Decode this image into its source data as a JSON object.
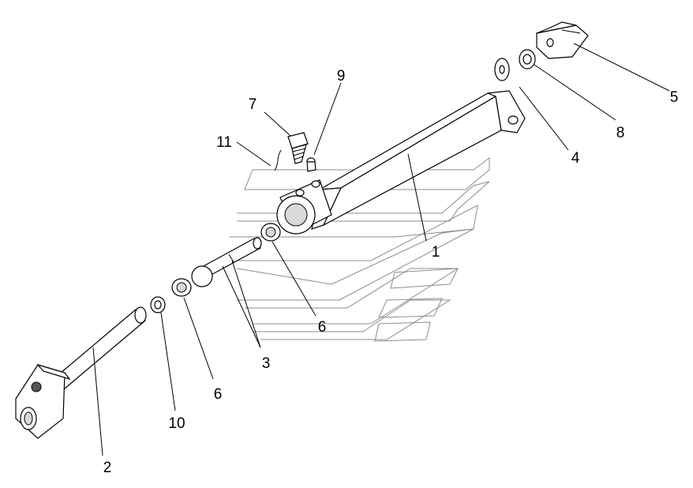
{
  "callouts": {
    "c1": "1",
    "c2": "2",
    "c3": "3",
    "c4": "4",
    "c5": "5",
    "c6a": "6",
    "c6b": "6",
    "c7": "7",
    "c8": "8",
    "c9": "9",
    "c10": "10",
    "c11": "11"
  }
}
